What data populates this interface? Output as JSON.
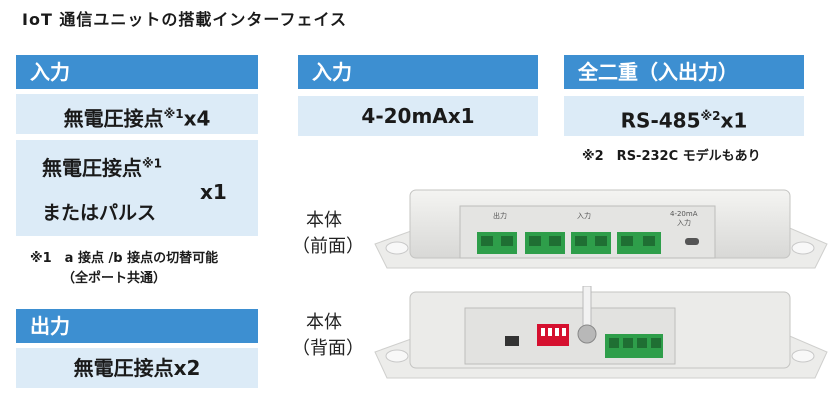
{
  "title": "IoT 通信ユニットの搭載インターフェイス",
  "input_left": {
    "header": "入力",
    "row1": {
      "text": "無電圧接点",
      "sup": "※1",
      "suffix": "x4"
    },
    "row2": {
      "line1": "無電圧接点",
      "sup": "※1",
      "line2": "またはパルス",
      "suffix": "x1"
    },
    "note_line1": "※1　a 接点 /b 接点の切替可能",
    "note_line2": "（全ポート共通）"
  },
  "output": {
    "header": "出力",
    "value": "無電圧接点x2"
  },
  "input_mid": {
    "header": "入力",
    "value": "4-20mAx1"
  },
  "duplex": {
    "header": "全二重（入出力）",
    "value": "RS-485",
    "sup": "※2",
    "suffix": "x1",
    "note": "※2　RS-232C モデルもあり"
  },
  "device_front": {
    "label_line1": "本体",
    "label_line2": "（前面）",
    "port_labels": {
      "out": "出力",
      "in": "入力",
      "ma": "4-20mA",
      "ma2": "入力"
    }
  },
  "device_back": {
    "label_line1": "本体",
    "label_line2": "（背面）"
  },
  "colors": {
    "header": "#3d8fd1",
    "cell": "#dcebf7",
    "terminal": "#2e9e4a"
  }
}
